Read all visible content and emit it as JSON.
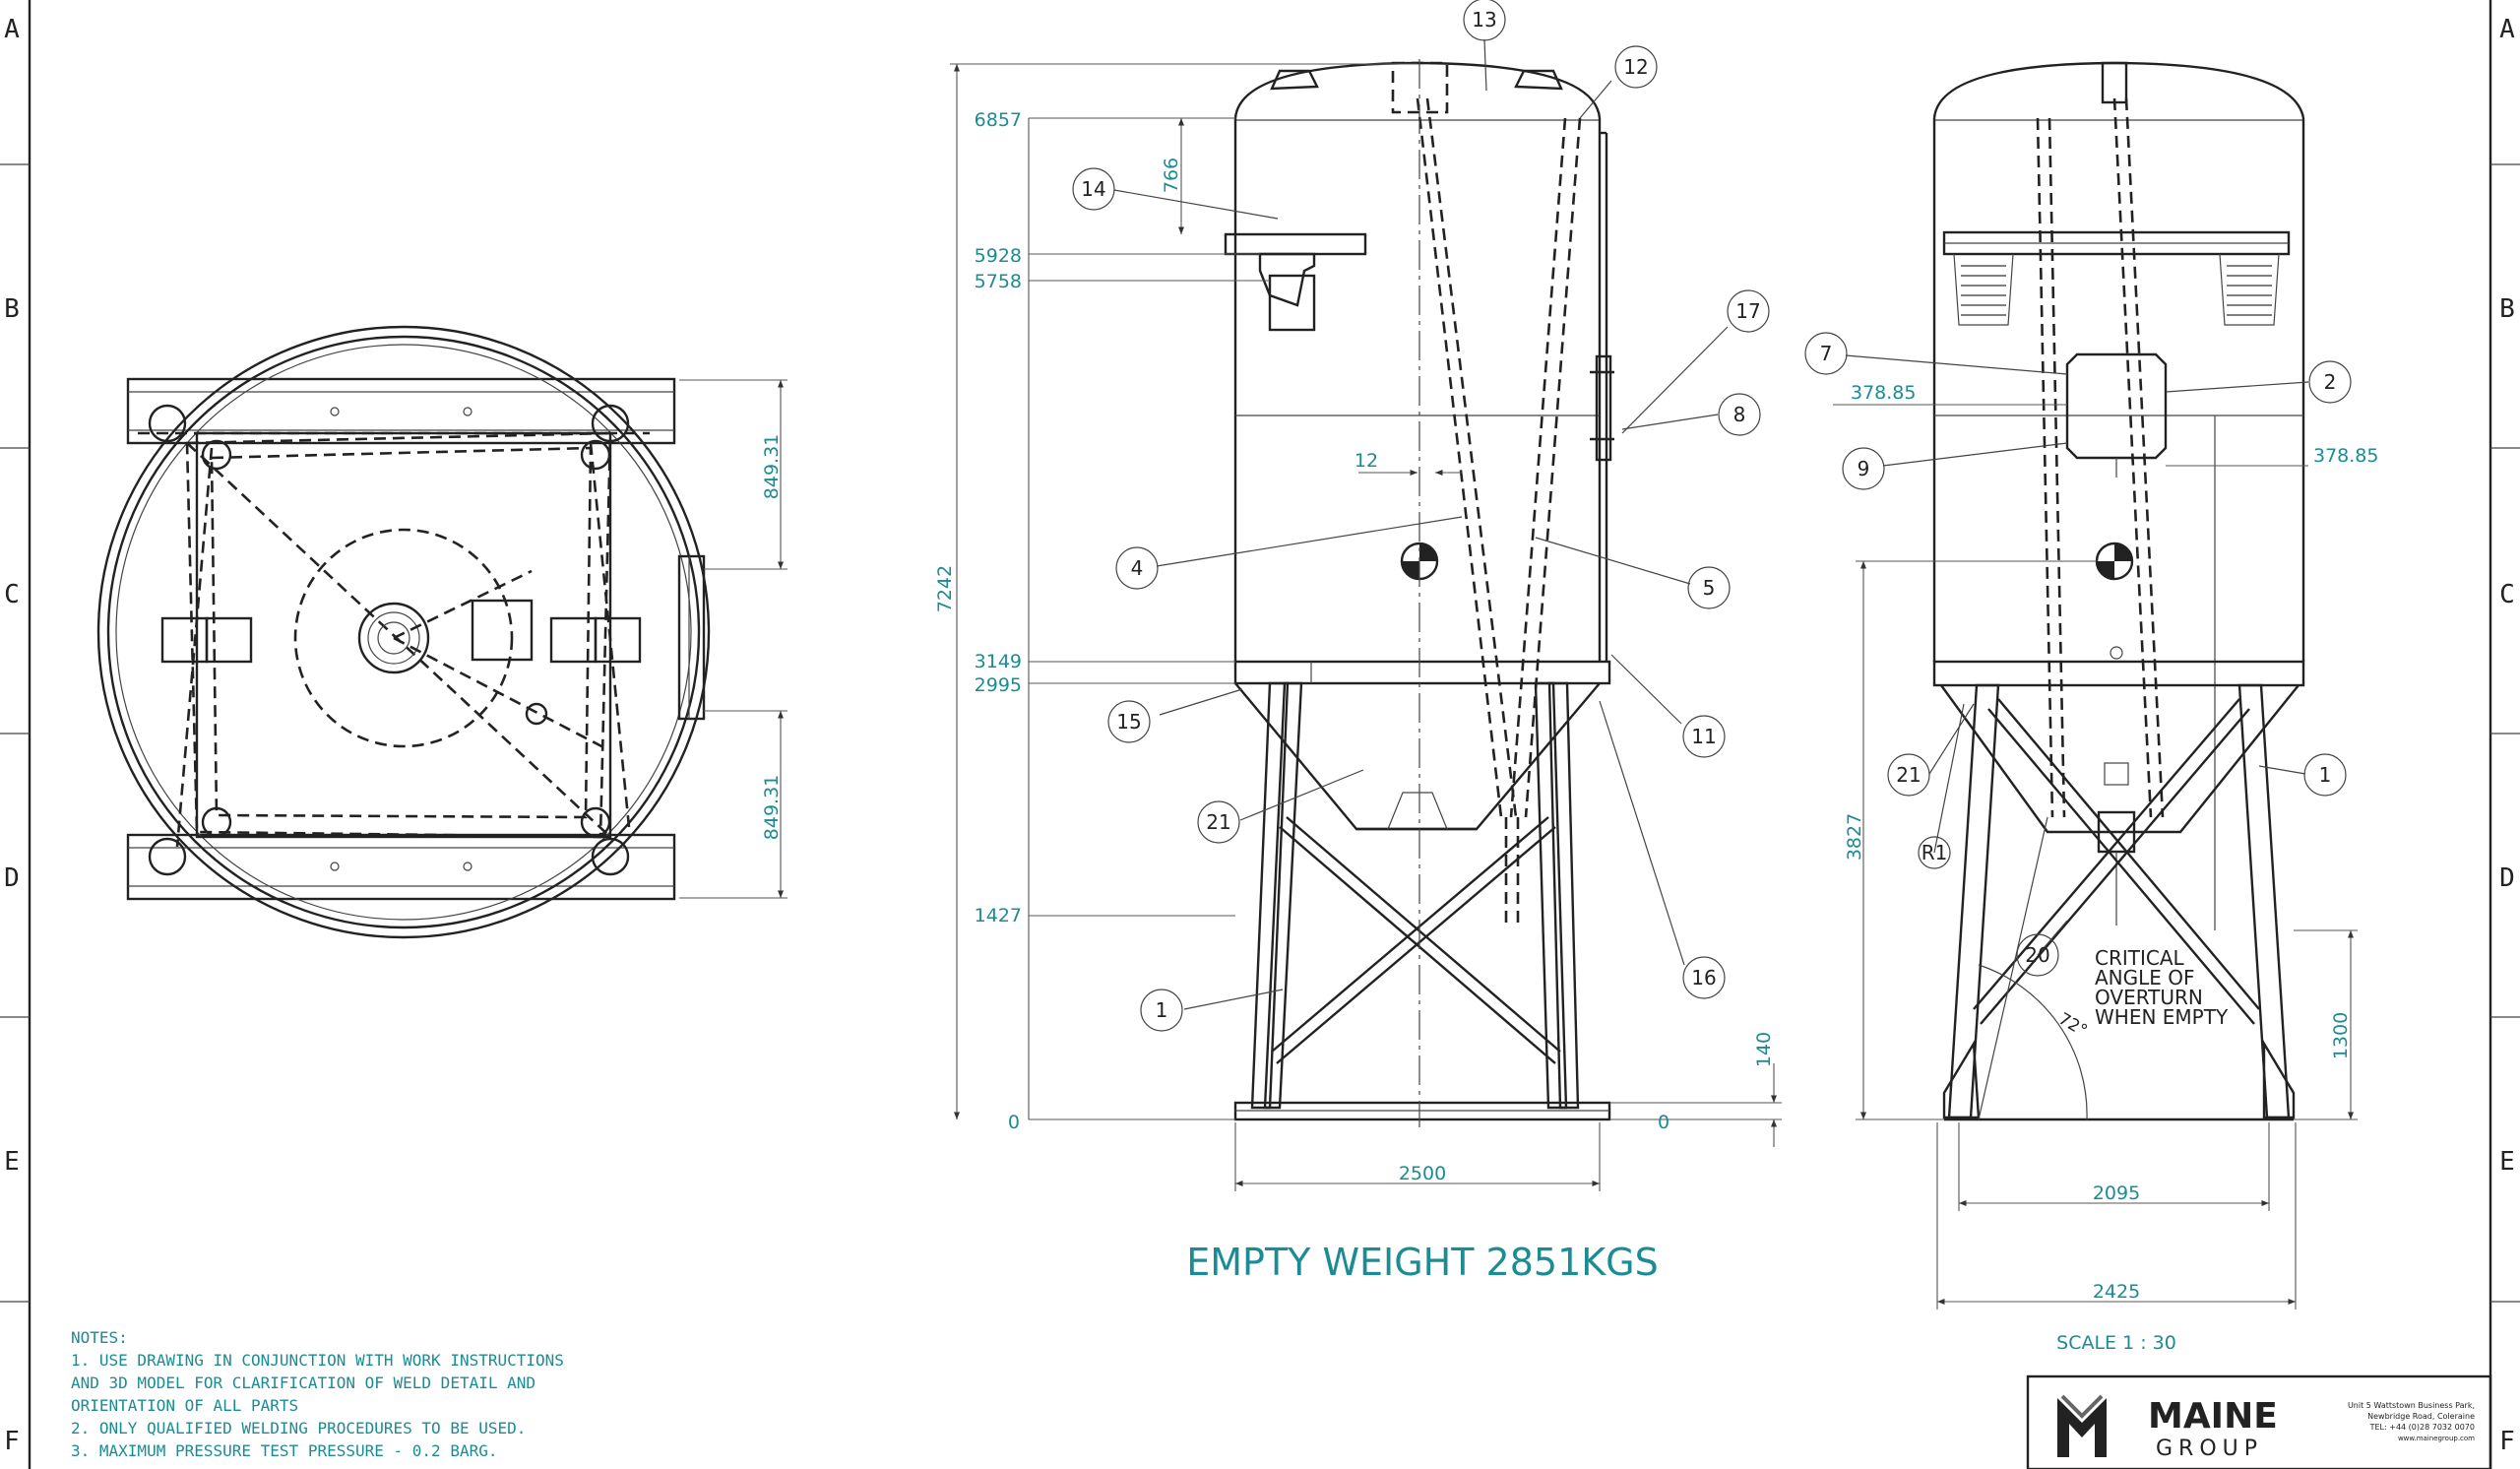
{
  "zone_letters": [
    "A",
    "B",
    "C",
    "D",
    "E",
    "F"
  ],
  "dimensions": {
    "d6857": "6857",
    "d5928": "5928",
    "d5758": "5758",
    "d766": "766",
    "d7242": "7242",
    "d3149": "3149",
    "d2995": "2995",
    "d1427": "1427",
    "d0": "0",
    "d140": "140",
    "d2500": "2500",
    "d12": "12",
    "d849a": "849.31",
    "d849b": "849.31",
    "d378a": "378.85",
    "d378b": "378.85",
    "d3827": "3827",
    "d1300": "1300",
    "d2095": "2095",
    "d2425": "2425",
    "angle": "72°",
    "r1": "R1"
  },
  "balloons": {
    "b13": "13",
    "b12": "12",
    "b14": "14",
    "b17": "17",
    "b8": "8",
    "b4": "4",
    "b5": "5",
    "b15": "15",
    "b11": "11",
    "b21": "21",
    "b16": "16",
    "b1": "1",
    "s7": "7",
    "s2": "2",
    "s9": "9",
    "s21": "21",
    "s1": "1",
    "s20": "20"
  },
  "critical": [
    "CRITICAL",
    "ANGLE OF",
    "OVERTURN",
    "WHEN EMPTY"
  ],
  "empty_weight": "EMPTY WEIGHT 2851KGS",
  "scale": "SCALE 1 : 30",
  "notes": [
    "NOTES:",
    "1. USE DRAWING IN CONJUNCTION WITH WORK INSTRUCTIONS",
    "AND 3D MODEL FOR CLARIFICATION OF WELD DETAIL AND",
    "ORIENTATION OF ALL PARTS",
    "2.  ONLY QUALIFIED WELDING PROCEDURES TO BE USED.",
    "3.  MAXIMUM PRESSURE TEST PRESSURE - 0.2 BARG."
  ],
  "logo": {
    "name": "MAINE",
    "group": "GROUP",
    "address": [
      "Unit 5 Wattstown Business Park,",
      "Newbridge Road, Coleraine",
      "TEL: +44 (0)28 7032 0070",
      "www.mainegroup.com"
    ]
  },
  "colors": {
    "dimension": "#1b8c94",
    "line": "#222222"
  }
}
